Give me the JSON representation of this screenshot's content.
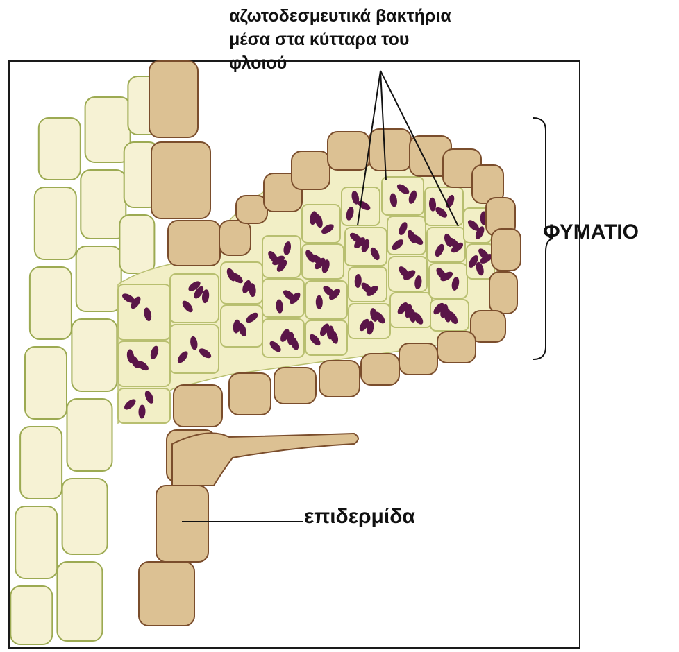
{
  "labels": {
    "bacteria_line1": "αζωτοδεσμευτικά βακτήρια",
    "bacteria_line2": "μέσα στα κύτταρα του",
    "bacteria_line3": "φλοιού",
    "nodule": "ΦΥΜΑΤΙΟ",
    "epidermis": "επιδερμίδα"
  },
  "colors": {
    "frame": "#1a1a1a",
    "cortex_fill": "#f6f2d4",
    "cortex_border": "#9caa52",
    "epidermis_fill": "#dcc193",
    "epidermis_border": "#7a4d2c",
    "infected_fill": "#f2efc6",
    "bacteria": "#5a1548",
    "leader_line": "#111111"
  }
}
